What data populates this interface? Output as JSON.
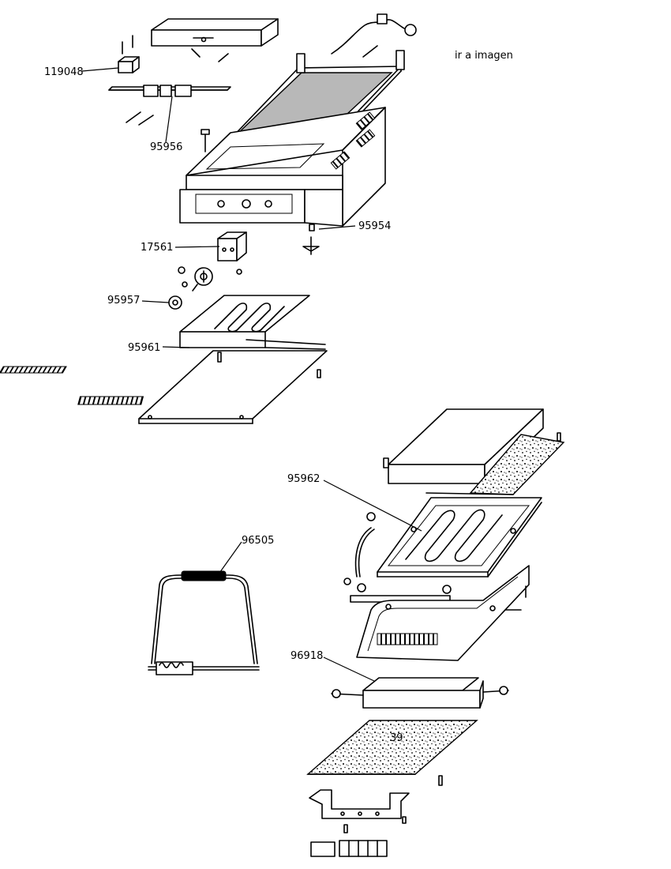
{
  "link_text": "ir a imagen",
  "part_labels": {
    "p119048": "119048",
    "p95956": "95956",
    "p95954": "95954",
    "p17561": "17561",
    "p95957": "95957",
    "p95961": "95961",
    "p95962": "95962",
    "p96505": "96505",
    "p96918": "96918"
  },
  "plate_number": "39"
}
